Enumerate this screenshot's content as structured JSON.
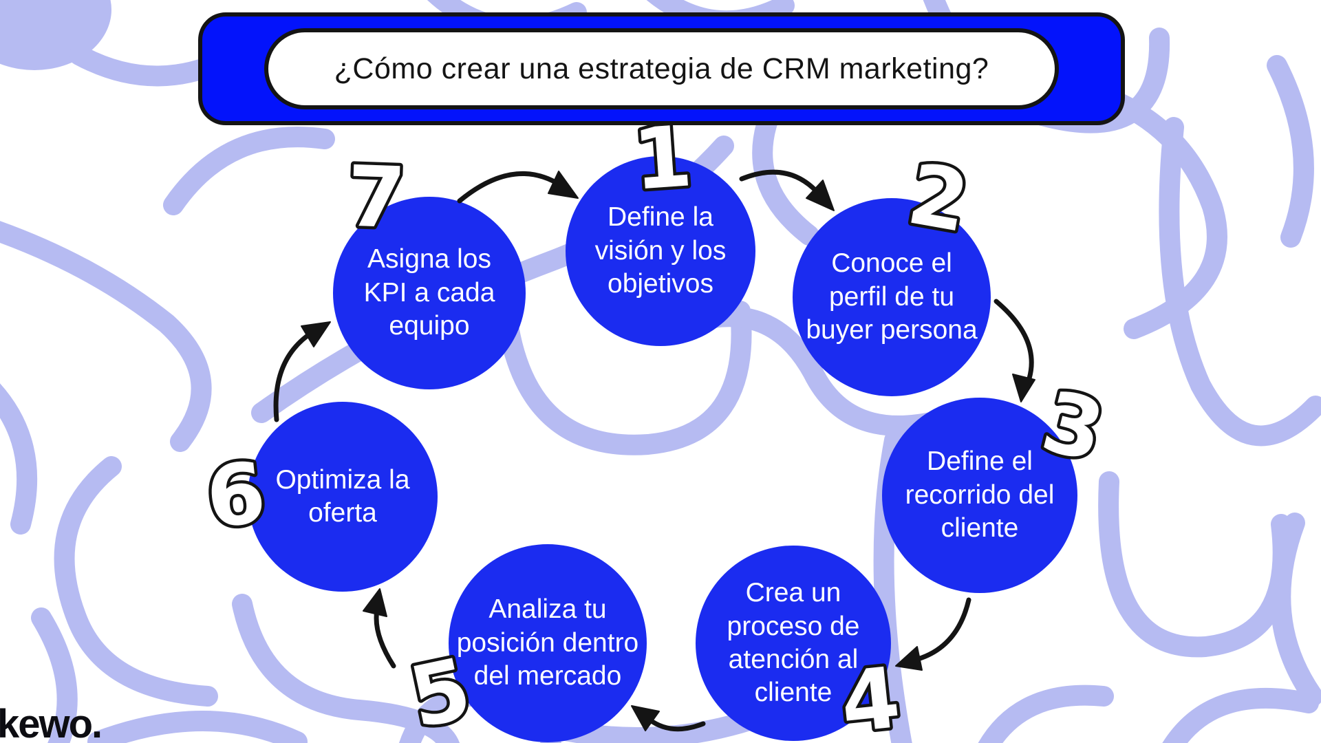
{
  "title": "¿Cómo crear una estrategia de CRM marketing?",
  "brand": {
    "logo_text": "kewo."
  },
  "colors": {
    "title_blue": "#0313fb",
    "circle_blue": "#1b2cf0",
    "squiggle_lavender": "#b6bbf2",
    "background": "#ffffff",
    "text_on_blue": "#ffffff",
    "outline_black": "#141414"
  },
  "steps": [
    {
      "number": "1",
      "label": "Define la\nvisión y los\nobjetivos"
    },
    {
      "number": "2",
      "label": "Conoce el\nperfil de tu\nbuyer persona"
    },
    {
      "number": "3",
      "label": "Define el\nrecorrido del\ncliente"
    },
    {
      "number": "4",
      "label": "Crea un\nproceso de\natención al\ncliente"
    },
    {
      "number": "5",
      "label": "Analiza tu\nposición dentro\ndel mercado"
    },
    {
      "number": "6",
      "label": "Optimiza la\noferta"
    },
    {
      "number": "7",
      "label": "Asigna los\nKPI a cada\nequipo"
    }
  ]
}
